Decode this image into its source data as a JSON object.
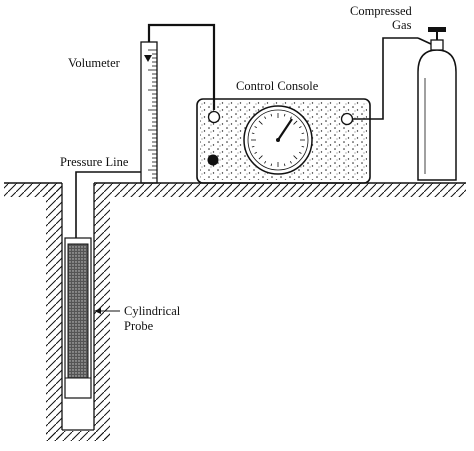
{
  "labels": {
    "compressed": "Compressed",
    "gas": "Gas",
    "volumeter": "Volumeter",
    "control_console": "Control Console",
    "pressure_line": "Pressure Line",
    "cylindrical": "Cylindrical",
    "probe": "Probe"
  },
  "colors": {
    "ink": "#111111",
    "paper": "#ffffff"
  }
}
